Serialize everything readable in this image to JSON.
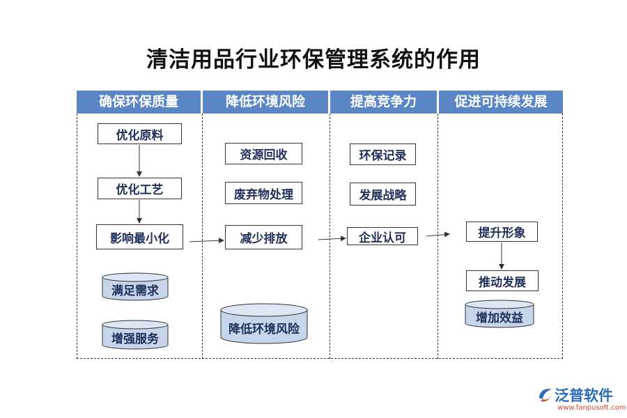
{
  "title": "清洁用品行业环保管理系统的作用",
  "columns": [
    {
      "header": "确保环保质量"
    },
    {
      "header": "降低环境风险"
    },
    {
      "header": "提高竞争力"
    },
    {
      "header": "促进可持续发展"
    }
  ],
  "col1": {
    "box1": "优化原料",
    "box2": "优化工艺",
    "box3": "影响最小化",
    "cyl1": "满足需求",
    "cyl2": "增强服务"
  },
  "col2": {
    "box1": "资源回收",
    "box2": "废弃物处理",
    "box3": "减少排放",
    "cyl1": "降低环境风险"
  },
  "col3": {
    "box1": "环保记录",
    "box2": "发展战略",
    "box3": "企业认可"
  },
  "col4": {
    "box1": "提升形象",
    "box2": "推动发展",
    "cyl1": "增加效益"
  },
  "logo": {
    "name": "泛普软件",
    "url": "www.fanpusoft.com"
  },
  "colors": {
    "header_bg": "#5b86c6",
    "cylinder_fill": "#c6d5ea",
    "text_dark": "#1f2f5a",
    "logo_blue": "#2d6bb5"
  }
}
